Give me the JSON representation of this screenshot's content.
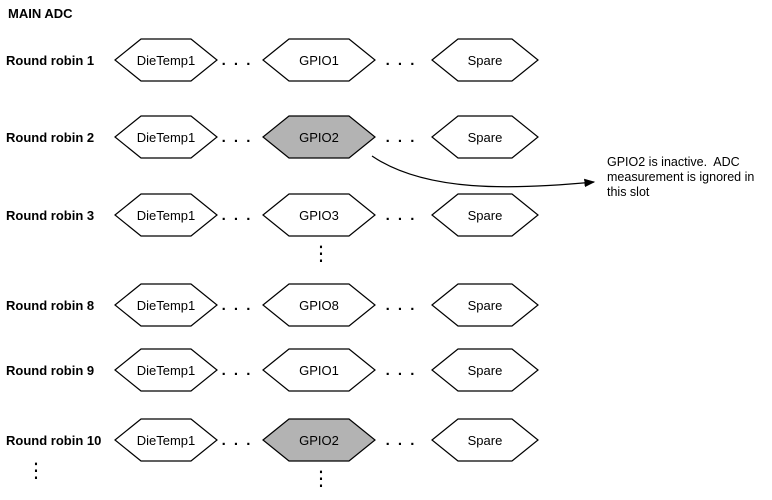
{
  "title": "MAIN ADC",
  "ellipsis": ". . .",
  "vertical_ellipsis": "⋮",
  "annotation": {
    "text": "GPIO2 is inactive.  ADC measurement is ignored in this slot"
  },
  "colors": {
    "active_fill": "#ffffff",
    "inactive_fill": "#b3b3b3",
    "stroke": "#000000"
  },
  "rows": [
    {
      "label": "Round robin 1",
      "cells": [
        {
          "text": "DieTemp1",
          "inactive": false
        },
        {
          "text": "GPIO1",
          "inactive": false
        },
        {
          "text": "Spare",
          "inactive": false
        }
      ]
    },
    {
      "label": "Round robin 2",
      "cells": [
        {
          "text": "DieTemp1",
          "inactive": false
        },
        {
          "text": "GPIO2",
          "inactive": true
        },
        {
          "text": "Spare",
          "inactive": false
        }
      ]
    },
    {
      "label": "Round robin 3",
      "cells": [
        {
          "text": "DieTemp1",
          "inactive": false
        },
        {
          "text": "GPIO3",
          "inactive": false
        },
        {
          "text": "Spare",
          "inactive": false
        }
      ]
    },
    {
      "label": "Round robin 8",
      "cells": [
        {
          "text": "DieTemp1",
          "inactive": false
        },
        {
          "text": "GPIO8",
          "inactive": false
        },
        {
          "text": "Spare",
          "inactive": false
        }
      ]
    },
    {
      "label": "Round robin 9",
      "cells": [
        {
          "text": "DieTemp1",
          "inactive": false
        },
        {
          "text": "GPIO1",
          "inactive": false
        },
        {
          "text": "Spare",
          "inactive": false
        }
      ]
    },
    {
      "label": "Round robin 10",
      "cells": [
        {
          "text": "DieTemp1",
          "inactive": false
        },
        {
          "text": "GPIO2",
          "inactive": true
        },
        {
          "text": "Spare",
          "inactive": false
        }
      ]
    }
  ]
}
